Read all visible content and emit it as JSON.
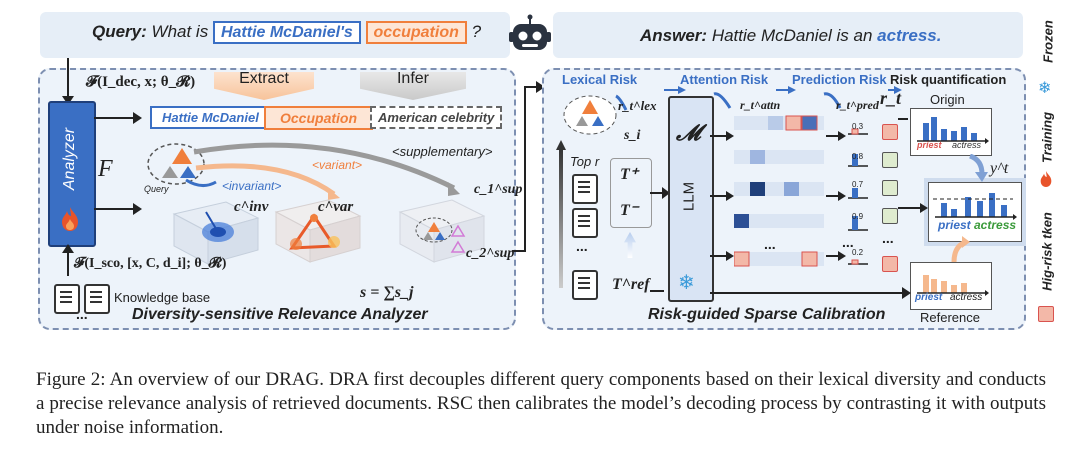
{
  "query": {
    "prefix": "Query:",
    "text_start": "What is",
    "entity": "Hattie McDaniel's",
    "attribute": "occupation",
    "text_end": "?"
  },
  "answer": {
    "prefix": "Answer:",
    "text": "Hattie McDaniel is an",
    "highlight": "actress."
  },
  "dra": {
    "formula_top": "𝓕(I_dec, x; θ_𝓡)",
    "analyzer_label": "Analyzer",
    "f_symbol": "F",
    "extract_label": "Extract",
    "infer_label": "Infer",
    "tags": [
      "Hattie McDaniel",
      "Occupation",
      "American celebrity"
    ],
    "supplementary_label": "<supplementary>",
    "variant_label": "<variant>",
    "invariant_label": "<invariant>",
    "query_small": "Query",
    "c_inv": "c^inv",
    "c_var": "c^var",
    "c1_sup": "c_1^sup",
    "c2_sup": "c_2^sup",
    "formula_bottom": "𝓕(I_sco, [x, C, d_i]; θ_𝓡)",
    "kb_label": "Knowledge base",
    "kb_dots": "...",
    "sum_formula": "s = ∑s_j",
    "title": "Diversity-sensitive Relevance Analyzer"
  },
  "rsc": {
    "lexical_risk": "Lexical Risk",
    "attention_risk": "Attention Risk",
    "prediction_risk": "Prediction Risk",
    "risk_quant": "Risk quantification",
    "r_lex": "r_t^lex",
    "r_attn": "r_t^attn",
    "r_pred": "r_t^pred",
    "r_t": "r_t",
    "s_i": "s_i",
    "m_symbol": "𝓜",
    "llm_label": "LLM",
    "top_r": "Top r",
    "t_plus": "T⁺",
    "t_minus": "T⁻",
    "t_ref": "T^ref",
    "dots": "...",
    "pred_values": [
      "0.3",
      "0.8",
      "0.7",
      "0.9",
      "0.2"
    ],
    "origin_label": "Origin",
    "reference_label": "Reference",
    "y_t": "y^t",
    "priest": "priest",
    "actress": "actress",
    "title": "Risk-guided Sparse Calibration"
  },
  "legend": {
    "frozen": "Frozen",
    "training": "Training",
    "high_risk": "Hig-risk tken"
  },
  "caption": {
    "text": "Figure 2: An overview of our DRAG. DRA first decouples different query components based on their lexical diversity and conducts a precise relevance analysis of retrieved documents. RSC then calibrates the model’s decoding process by contrasting it with outputs under noise information."
  },
  "colors": {
    "blue_accent": "#3a6fc4",
    "orange_accent": "#f07f3c",
    "panel_bg": "#edf3fa",
    "bar_bg": "#e6eef7",
    "high_risk_fill": "#f3b8a8",
    "high_risk_border": "#d9534f",
    "green_box": "#dfeccf",
    "dark_blue": "#1f3f7a"
  }
}
